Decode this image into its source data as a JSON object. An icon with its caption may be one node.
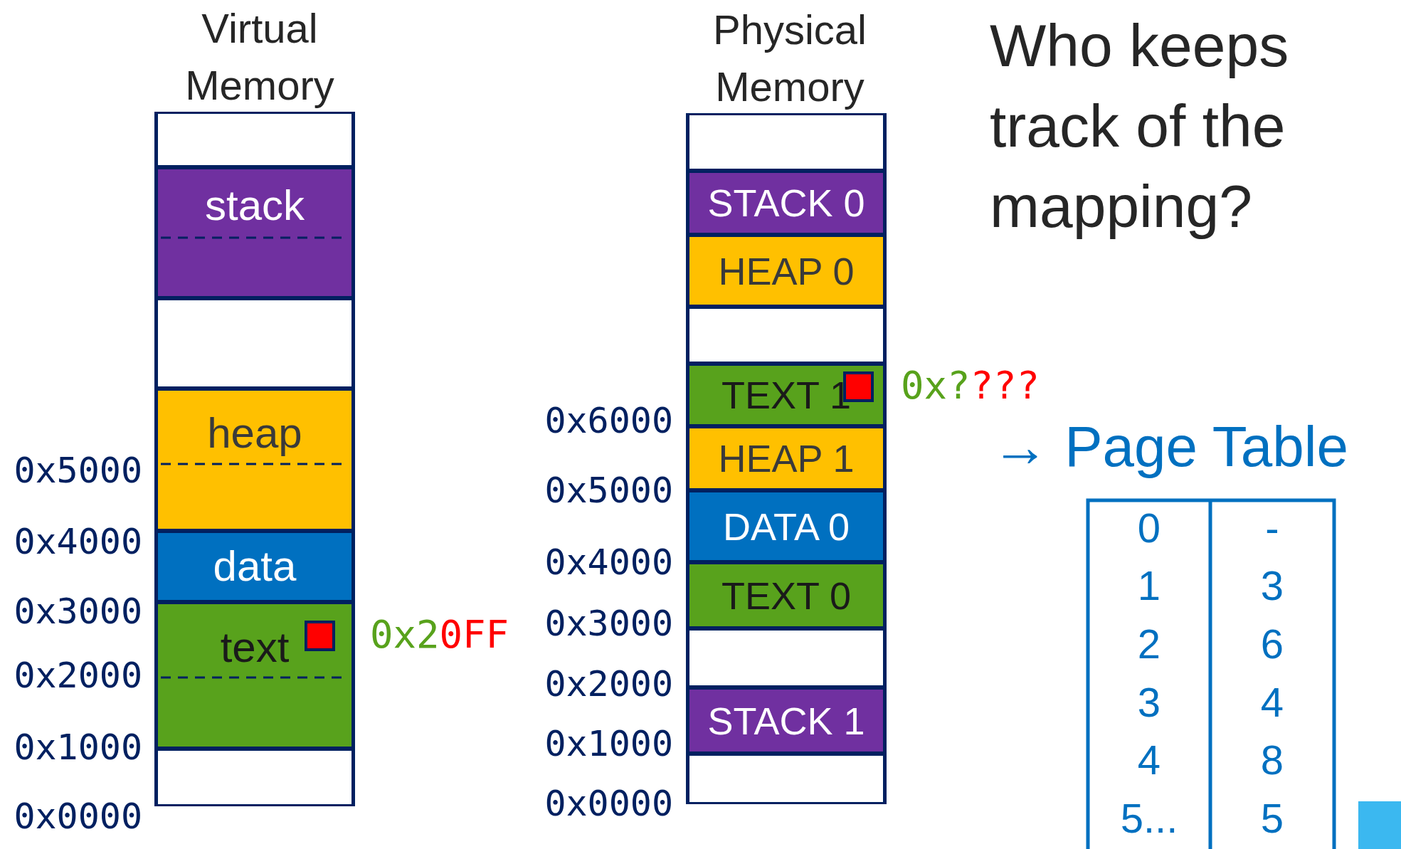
{
  "diagram": {
    "title": "Who keeps track of the mapping?",
    "nodes": [
      {
        "text": [
          "Virtual Memory"
        ]
      },
      {
        "text": [],
        "shape": "box",
        "in": 0
      },
      {
        "text": [
          "stack"
        ],
        "in": 0
      },
      {
        "text": [],
        "shape": "box",
        "in": 0
      },
      {
        "text": [
          "heap"
        ],
        "in": 0
      },
      {
        "text": [
          "data"
        ],
        "in": 0
      },
      {
        "text": [
          "text"
        ],
        "in": 0
      },
      {
        "text": [],
        "shape": "box",
        "in": 6,
        "beside": [
          "0x20FF"
        ]
      },
      {
        "text": [],
        "shape": "box",
        "in": 0
      },
      {
        "text": [
          "Physical Memory"
        ]
      },
      {
        "text": [],
        "shape": "box",
        "in": 9
      },
      {
        "text": [
          "STACK 0"
        ],
        "in": 9
      },
      {
        "text": [
          "HEAP 0"
        ],
        "in": 9
      },
      {
        "text": [],
        "shape": "box",
        "in": 9
      },
      {
        "text": [
          "TEXT 1"
        ],
        "in": 9
      },
      {
        "text": [],
        "shape": "box",
        "in": 14,
        "beside": [
          "0x????"
        ]
      },
      {
        "text": [
          "HEAP 1"
        ],
        "in": 9
      },
      {
        "text": [
          "DATA 0"
        ],
        "in": 9
      },
      {
        "text": [
          "TEXT 0"
        ],
        "in": 9
      },
      {
        "text": [],
        "shape": "box",
        "in": 9
      },
      {
        "text": [
          "STACK 1"
        ],
        "in": 9
      },
      {
        "text": [],
        "shape": "box",
        "in": 9
      }
    ],
    "labels": [
      "0x5000",
      "0x4000",
      "0x3000",
      "0x2000",
      "0x1000",
      "0x0000",
      "0x6000",
      "0x5000",
      "0x4000",
      "0x3000",
      "0x2000",
      "0x1000",
      "0x0000",
      "→ Page Table",
      "0",
      "-",
      "1",
      "3",
      "2",
      "6",
      "3",
      "4",
      "4",
      "8",
      "5...",
      "5"
    ]
  }
}
